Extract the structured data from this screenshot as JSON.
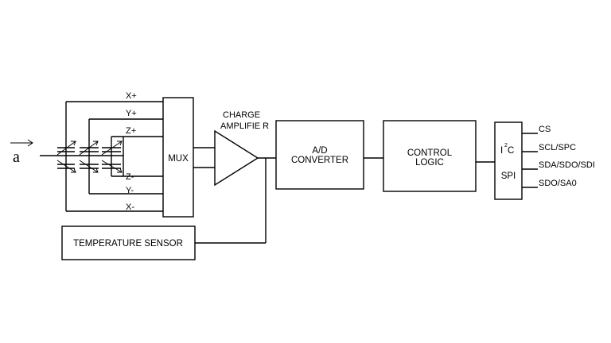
{
  "input_symbol": "a",
  "axes_labels": {
    "x_plus": "X+",
    "y_plus": "Y+",
    "z_plus": "Z+",
    "z_minus": "Z-",
    "y_minus": "Y-",
    "x_minus": "X-"
  },
  "blocks": {
    "mux": "MUX",
    "charge_amplifier_line1": "CHARGE",
    "charge_amplifier_line2": "AMPLIFIE R",
    "adc_line1": "A/D",
    "adc_line2": "CONVERTER",
    "control_line1": "CONTROL",
    "control_line2": "LOGIC",
    "interface_i2c_i": "I",
    "interface_i2c_sup": "2",
    "interface_i2c_c": "C",
    "interface_spi": "SPI",
    "temperature_sensor": "TEMPERATURE SENSOR"
  },
  "pins": [
    "CS",
    "SCL/SPC",
    "SDA/SDO/SDI",
    "SDO/SA0"
  ]
}
